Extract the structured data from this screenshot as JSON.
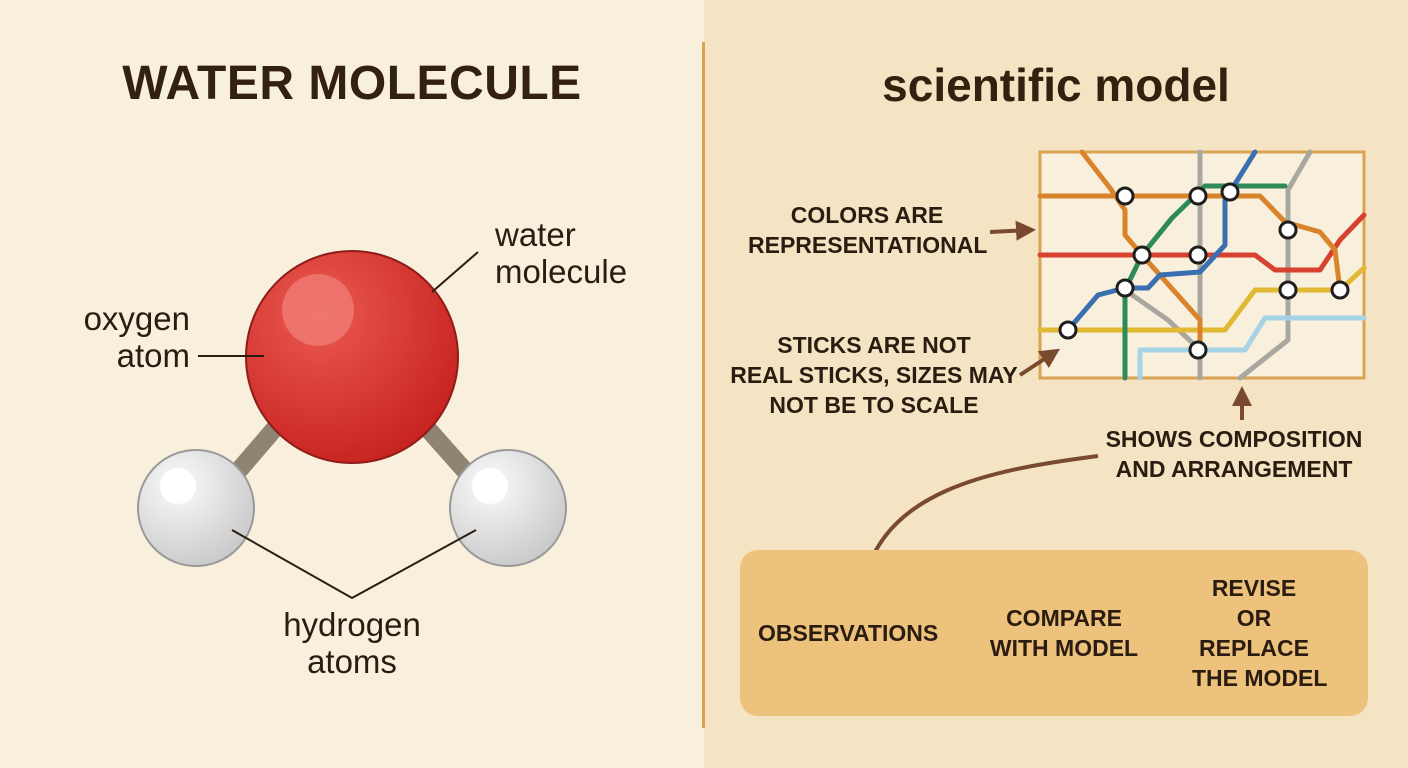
{
  "left": {
    "title": "WATER MOLECULE",
    "labels": {
      "water_molecule": [
        "water",
        "molecule"
      ],
      "oxygen_atom": [
        "oxygen",
        "atom"
      ],
      "hydrogen_atoms": [
        "hydrogen",
        "atoms"
      ]
    },
    "colors": {
      "oxygen": "#d6302d",
      "hydrogen": "#e6e6e6",
      "bond": "#8e8470"
    }
  },
  "right": {
    "title": "scientific model",
    "annotations": {
      "colors": [
        "COLORS ARE",
        "REPRESENTATIONAL"
      ],
      "sticks": [
        "STICKS ARE NOT",
        "REAL STICKS, SIZES MAY",
        "NOT BE TO SCALE"
      ],
      "composition": [
        "SHOWS COMPOSITION",
        "AND ARRANGEMENT"
      ]
    },
    "process": {
      "observations": "OBSERVATIONS",
      "compare": [
        "COMPARE",
        "WITH MODEL"
      ],
      "revise": [
        "REVISE",
        "OR",
        "REPLACE",
        "THE MODEL"
      ]
    },
    "colors": {
      "arrow": "#7a4a2e",
      "map_lines": [
        "#d9832b",
        "#d8402f",
        "#3a6fb0",
        "#2e8b57",
        "#e2b933",
        "#a8a8a0",
        "#a7d3e6"
      ]
    }
  }
}
